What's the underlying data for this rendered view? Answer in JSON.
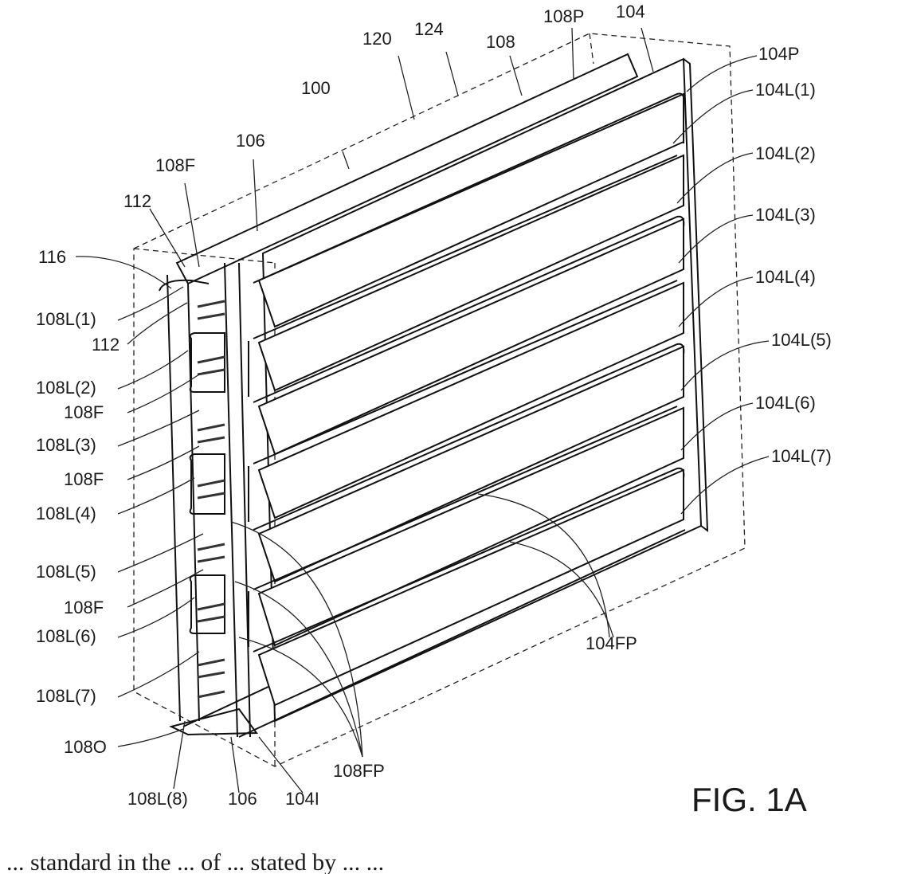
{
  "figure": {
    "title": "FIG. 1A",
    "caption_fragment": "... standard in the ... of ... stated by ... ..."
  },
  "labels": {
    "l100": "100",
    "l104": "104",
    "l104P": "104P",
    "l104L1": "104L(1)",
    "l104L2": "104L(2)",
    "l104L3": "104L(3)",
    "l104L4": "104L(4)",
    "l104L5": "104L(5)",
    "l104L6": "104L(6)",
    "l104L7": "104L(7)",
    "l104FP": "104FP",
    "l104I": "104I",
    "l106a": "106",
    "l106b": "106",
    "l108": "108",
    "l108P": "108P",
    "l108Fa": "108F",
    "l108Fb": "108F",
    "l108Fc": "108F",
    "l108Fd": "108F",
    "l108L1": "108L(1)",
    "l108L2": "108L(2)",
    "l108L3": "108L(3)",
    "l108L4": "108L(4)",
    "l108L5": "108L(5)",
    "l108L6": "108L(6)",
    "l108L7": "108L(7)",
    "l108L8": "108L(8)",
    "l108O": "108O",
    "l108FP": "108FP",
    "l112a": "112",
    "l112b": "112",
    "l116": "116",
    "l120": "120",
    "l124": "124"
  }
}
